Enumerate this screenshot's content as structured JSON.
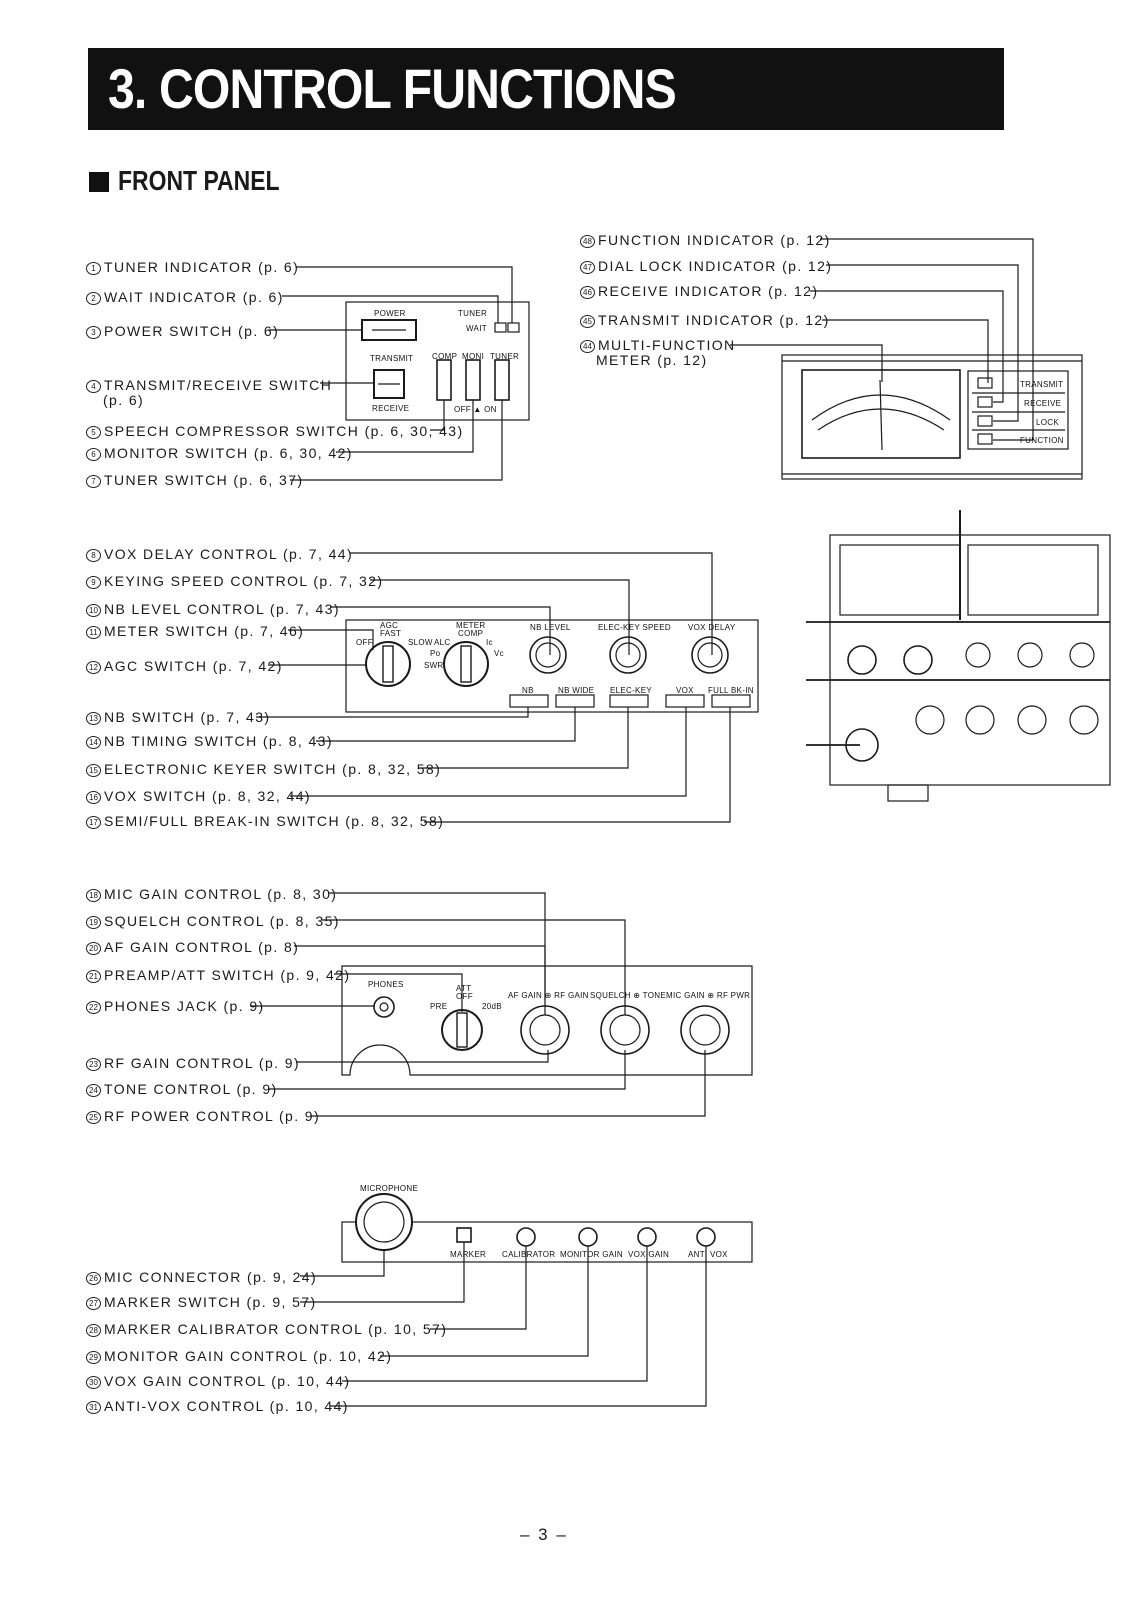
{
  "header": {
    "title": "3. CONTROL FUNCTIONS"
  },
  "section": {
    "heading": "FRONT PANEL"
  },
  "groups": {
    "group1": [
      {
        "num": "1",
        "text": "TUNER INDICATOR (p. 6)"
      },
      {
        "num": "2",
        "text": "WAIT INDICATOR (p. 6)"
      },
      {
        "num": "3",
        "text": "POWER SWITCH (p. 6)"
      },
      {
        "num": "4",
        "text": "TRANSMIT/RECEIVE SWITCH",
        "text2": "(p. 6)"
      },
      {
        "num": "5",
        "text": "SPEECH COMPRESSOR SWITCH (p. 6, 30, 43)"
      },
      {
        "num": "6",
        "text": "MONITOR SWITCH (p. 6, 30, 42)"
      },
      {
        "num": "7",
        "text": "TUNER SWITCH (p. 6, 37)"
      }
    ],
    "group_right": [
      {
        "num": "48",
        "text": "FUNCTION INDICATOR (p. 12)"
      },
      {
        "num": "47",
        "text": "DIAL LOCK INDICATOR (p. 12)"
      },
      {
        "num": "46",
        "text": "RECEIVE INDICATOR (p. 12)"
      },
      {
        "num": "45",
        "text": "TRANSMIT INDICATOR (p. 12)"
      },
      {
        "num": "44",
        "text": "MULTI-FUNCTION",
        "text2": "METER (p. 12)"
      }
    ],
    "group2": [
      {
        "num": "8",
        "text": "VOX DELAY CONTROL (p. 7, 44)"
      },
      {
        "num": "9",
        "text": "KEYING SPEED CONTROL (p. 7, 32)"
      },
      {
        "num": "10",
        "text": "NB LEVEL CONTROL (p. 7, 43)"
      },
      {
        "num": "11",
        "text": "METER SWITCH (p. 7, 46)"
      },
      {
        "num": "12",
        "text": "AGC SWITCH (p. 7, 42)"
      },
      {
        "num": "13",
        "text": "NB SWITCH (p. 7, 43)"
      },
      {
        "num": "14",
        "text": "NB TIMING SWITCH (p. 8, 43)"
      },
      {
        "num": "15",
        "text": "ELECTRONIC KEYER SWITCH (p. 8, 32, 58)"
      },
      {
        "num": "16",
        "text": "VOX SWITCH (p. 8, 32, 44)"
      },
      {
        "num": "17",
        "text": "SEMI/FULL BREAK-IN SWITCH (p. 8, 32, 58)"
      }
    ],
    "group3": [
      {
        "num": "18",
        "text": "MIC GAIN CONTROL (p. 8, 30)"
      },
      {
        "num": "19",
        "text": "SQUELCH CONTROL (p. 8, 35)"
      },
      {
        "num": "20",
        "text": "AF GAIN CONTROL (p. 8)"
      },
      {
        "num": "21",
        "text": "PREAMP/ATT SWITCH (p. 9, 42)"
      },
      {
        "num": "22",
        "text": "PHONES JACK (p. 9)"
      },
      {
        "num": "23",
        "text": "RF GAIN CONTROL (p. 9)"
      },
      {
        "num": "24",
        "text": "TONE CONTROL (p. 9)"
      },
      {
        "num": "25",
        "text": "RF POWER CONTROL (p. 9)"
      }
    ],
    "group4": [
      {
        "num": "26",
        "text": "MIC CONNECTOR (p. 9, 24)"
      },
      {
        "num": "27",
        "text": "MARKER SWITCH (p. 9, 57)"
      },
      {
        "num": "28",
        "text": "MARKER CALIBRATOR CONTROL (p. 10, 57)"
      },
      {
        "num": "29",
        "text": "MONITOR GAIN CONTROL (p. 10, 42)"
      },
      {
        "num": "30",
        "text": "VOX GAIN CONTROL (p. 10, 44)"
      },
      {
        "num": "31",
        "text": "ANTI-VOX CONTROL (p. 10, 44)"
      }
    ]
  },
  "panel_labels": {
    "power": "POWER",
    "tuner": "TUNER",
    "wait": "WAIT",
    "transmit": "TRANSMIT",
    "receive": "RECEIVE",
    "comp": "COMP",
    "moni": "MONI",
    "tuner2": "TUNER",
    "off_on": "OFF ▲ ON",
    "agc": "AGC",
    "fast": "FAST",
    "slow": "SLOW",
    "off": "OFF",
    "meter": "METER",
    "comp2": "COMP",
    "alc": "ALC",
    "ic": "Ic",
    "po": "Po",
    "vc": "Vc",
    "swr": "SWR",
    "nb_level": "NB LEVEL",
    "elec_key_speed": "ELEC-KEY SPEED",
    "vox_delay": "VOX DELAY",
    "nb": "NB",
    "nb_wide": "NB WIDE",
    "elec_key": "ELEC-KEY",
    "vox": "VOX",
    "full_bk_in": "FULL BK-IN",
    "phones": "PHONES",
    "att": "ATT",
    "att_off": "OFF",
    "pre": "PRE",
    "db20": "20dB",
    "af_rf_gain": "AF GAIN ⊕ RF GAIN",
    "squelch_tone": "SQUELCH ⊕ TONE",
    "mic_rf_pwr": "MIC GAIN ⊕ RF PWR",
    "microphone": "MICROPHONE",
    "marker": "MARKER",
    "calibrator": "CALIBRATOR",
    "monitor_gain": "MONITOR GAIN",
    "vox_gain": "VOX GAIN",
    "anti_vox": "ANTI VOX",
    "r_transmit": "TRANSMIT",
    "r_receive": "RECEIVE",
    "r_lock": "LOCK",
    "r_function": "FUNCTION"
  },
  "footer": {
    "page_number": "– 3 –"
  },
  "colors": {
    "ink": "#1a1a1a",
    "title_bg": "#111111",
    "title_fg": "#ffffff"
  }
}
